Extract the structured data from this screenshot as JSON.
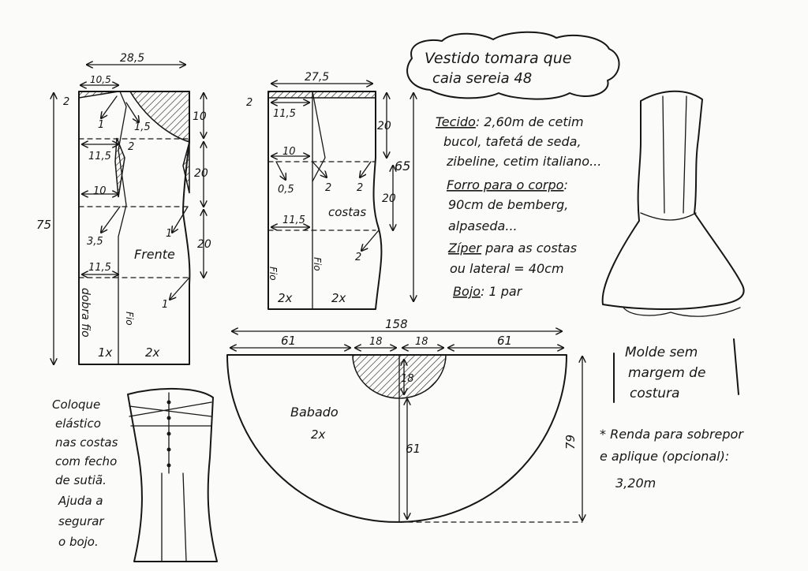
{
  "title": {
    "line1": "Vestido tomara que",
    "line2": "caia sereia 48"
  },
  "materials": {
    "fabric_label": "Tecido",
    "fabric": [
      ": 2,60m de cetim",
      "bucol, tafetá de seda,",
      "zibeline, cetim italiano..."
    ],
    "lining_label": "Forro para o corpo",
    "lining": [
      ":",
      "90cm de bemberg,",
      "alpaseda..."
    ],
    "zipper_label": "Zíper",
    "zipper": [
      " para as costas",
      "ou lateral = 40cm"
    ],
    "cup_label": "Bojo",
    "cup": ": 1 par"
  },
  "front": {
    "label": "Frente",
    "fold_label": "dobra fio",
    "grain": "Fio",
    "copy_left": "1x",
    "copy_right": "2x",
    "dims": [
      "28,5",
      "10,5",
      "2",
      "1",
      "1,5",
      "10",
      "2",
      "11,5",
      "20",
      "10",
      "1",
      "3,5",
      "20",
      "11,5",
      "1",
      "75"
    ]
  },
  "back": {
    "label": "costas",
    "grain_left": "Fio",
    "grain_right": "Fio",
    "copy_left": "2x",
    "copy_right": "2x",
    "dims": [
      "27,5",
      "2",
      "11,5",
      "20",
      "10",
      "0,5",
      "2",
      "2",
      "65",
      "20",
      "11,5",
      "2"
    ]
  },
  "ruffle": {
    "label": "Babado",
    "copies": "2x",
    "dims": [
      "158",
      "61",
      "18",
      "18",
      "61",
      "18",
      "61",
      "79"
    ]
  },
  "note_left": [
    "Coloque",
    "elástico",
    "nas costas",
    "com fecho",
    "de sutiã.",
    "Ajuda a",
    "segurar",
    "o bojo."
  ],
  "note_right": [
    "Molde sem",
    "margem de",
    "costura"
  ],
  "lace": {
    "lines": [
      "* Renda para sobrepor",
      "e aplique (opcional):",
      "3,20m"
    ]
  },
  "icons": [
    "dress-front-sketch",
    "dress-back-sketch"
  ]
}
